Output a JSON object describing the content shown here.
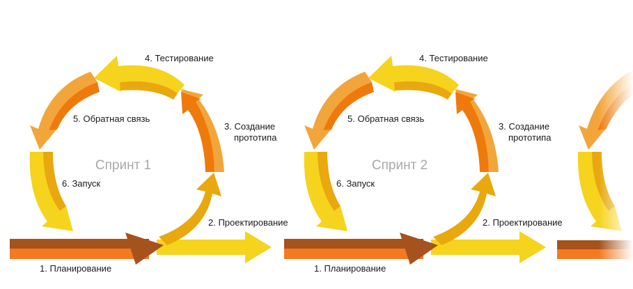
{
  "colors": {
    "yellow": "#f6d31c",
    "gold": "#e8a80e",
    "amber": "#f2a53a",
    "orange": "#ee7a0c",
    "brown": "#a5521c",
    "bright_orange": "#f47a22"
  },
  "sprints": [
    {
      "title": "Спринт 1",
      "labels": {
        "planning": "1. Планирование",
        "design": "2. Проектирование",
        "prototype_line1": "3. Создание",
        "prototype_line2": "прототипа",
        "testing": "4. Тестирование",
        "feedback": "5. Обратная связь",
        "launch": "6. Запуск"
      }
    },
    {
      "title": "Спринт 2",
      "labels": {
        "planning": "1. Планирование",
        "design": "2. Проектирование",
        "prototype_line1": "3. Создание",
        "prototype_line2": "прототипа",
        "testing": "4. Тестирование",
        "feedback": "5. Обратная связь",
        "launch": "6. Запуск"
      }
    }
  ]
}
